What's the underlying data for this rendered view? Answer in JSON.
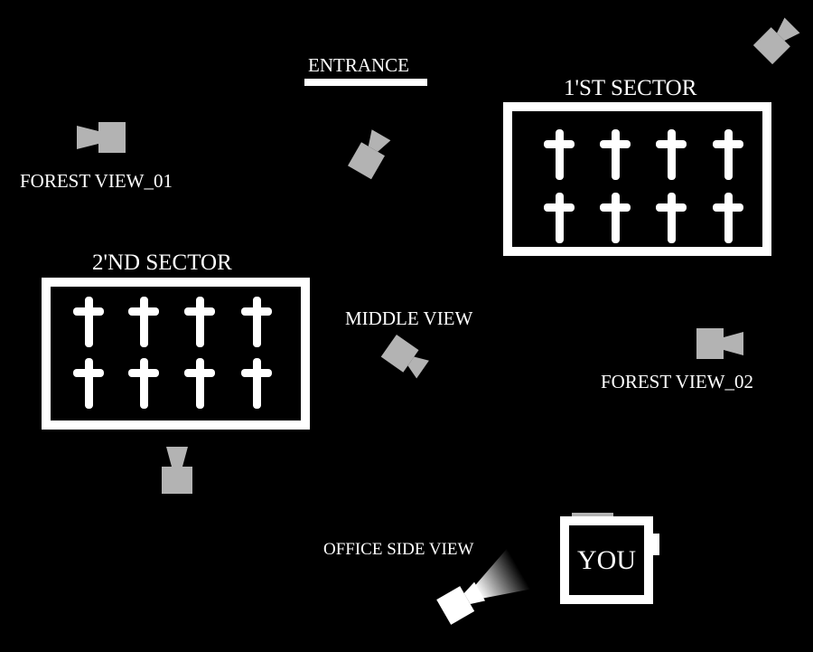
{
  "map": {
    "entrance_label": "ENTRANCE",
    "sectors": [
      {
        "label": "1'ST SECTOR",
        "graves": 8
      },
      {
        "label": "2'ND SECTOR",
        "graves": 8
      }
    ],
    "cameras": [
      {
        "label": "FOREST VIEW_01",
        "active": false
      },
      {
        "label": "MIDDLE VIEW",
        "active": false
      },
      {
        "label": "FOREST VIEW_02",
        "active": false
      },
      {
        "label": "OFFICE SIDE VIEW",
        "active": true
      }
    ],
    "player_label": "YOU",
    "colors": {
      "background": "#000000",
      "camera_inactive": "#b3b3b3",
      "camera_active": "#ffffff",
      "foreground": "#ffffff"
    }
  }
}
